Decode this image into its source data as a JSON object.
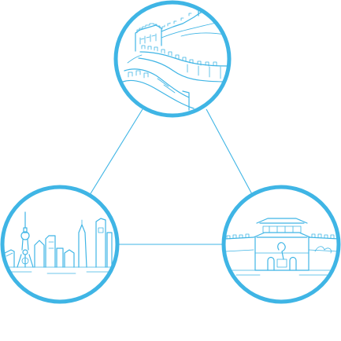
{
  "diagram": {
    "accent_color": "#3fb5e5",
    "background_color": "#ffffff",
    "nodes": [
      {
        "id": "top",
        "icon": "great-wall-icon"
      },
      {
        "id": "left",
        "icon": "city-skyline-icon"
      },
      {
        "id": "right",
        "icon": "chinese-gate-icon"
      }
    ],
    "connections": [
      [
        "top",
        "left"
      ],
      [
        "top",
        "right"
      ],
      [
        "left",
        "right"
      ]
    ]
  }
}
